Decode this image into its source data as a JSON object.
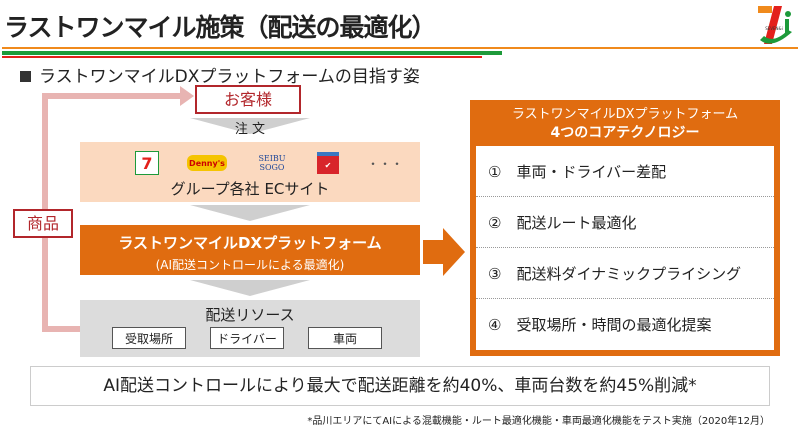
{
  "header": {
    "title": "ラストワンマイル施策（配送の最適化）",
    "logo_text": "SEVEN & i HOLDINGS",
    "subtitle": "ラストワンマイルDXプラットフォームの目指す姿"
  },
  "colors": {
    "orange": "#e06c10",
    "green": "#1d9a3a",
    "red": "#e3201b",
    "peach": "#fbd9bf"
  },
  "diagram": {
    "customer": "お客様",
    "order": "注 文",
    "product": "商品",
    "group": {
      "logos": [
        "7-Eleven",
        "Denny's",
        "SEIBU SOGO",
        "Ito-Yokado"
      ],
      "seibu_sogo": [
        "SEIBU",
        "SOGO"
      ],
      "more": "・・・",
      "label": "グループ各社 ECサイト"
    },
    "platform": {
      "title": "ラストワンマイルDXプラットフォーム",
      "subtitle": "(AI配送コントロールによる最適化)"
    },
    "resources": {
      "title": "配送リソース",
      "items": [
        "受取場所",
        "ドライバー",
        "車両"
      ]
    }
  },
  "core_tech": {
    "title_line1": "ラストワンマイルDXプラットフォーム",
    "title_line2": "4つのコアテクノロジー",
    "items": [
      "①　車両・ドライバー差配",
      "②　配送ルート最適化",
      "③　配送料ダイナミックプライシング",
      "④　受取場所・時間の最適化提案"
    ]
  },
  "result": "AI配送コントロールにより最大で配送距離を約40%、車両台数を約45%削減*",
  "footnote": "*品川エリアにてAIによる混載機能・ルート最適化機能・車両最適化機能をテスト実施（2020年12月）"
}
